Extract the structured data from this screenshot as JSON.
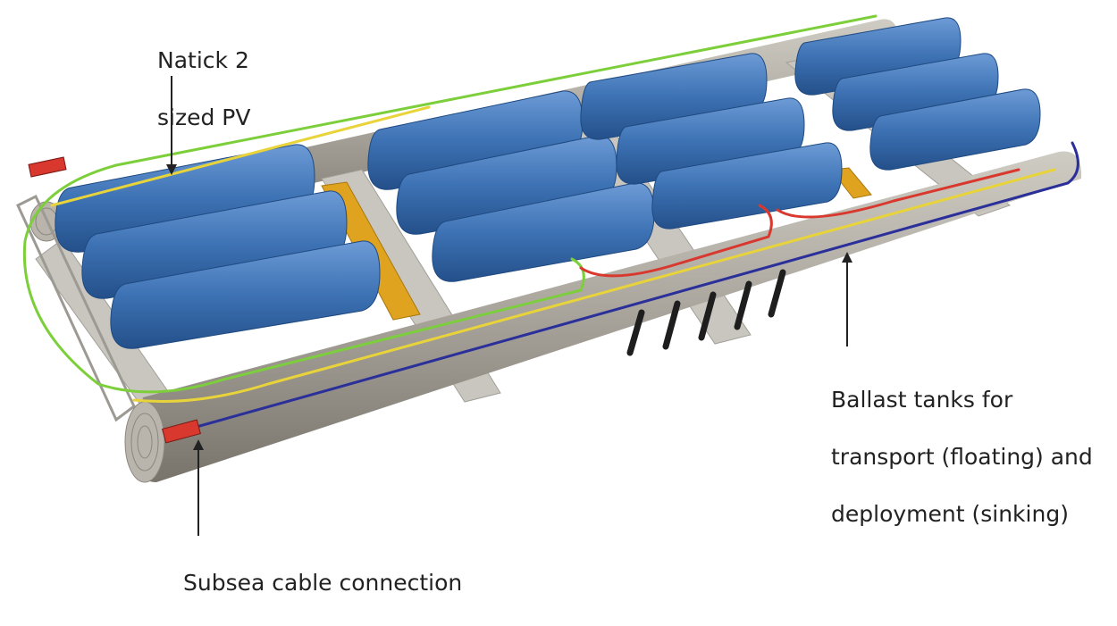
{
  "labels": {
    "pv": [
      "Natick 2",
      "sized PV"
    ],
    "ballast": [
      "Ballast tanks for",
      "transport (floating) and",
      "deployment (sinking)"
    ],
    "cable": "Subsea cable connection"
  },
  "colors": {
    "vessel": "#3d72b4",
    "vessel_dark": "#24508a",
    "ballast_tank": "#a9a59c",
    "ballast_dark": "#7b776f",
    "frame": "#c2bfb8",
    "support_beam": "#e0a320",
    "cable_green": "#7ccf3a",
    "cable_yellow": "#e8d43a",
    "cable_red": "#d8382e",
    "cable_blue": "#2a2f9a",
    "pointer": "#222222"
  },
  "icons": {
    "pressure_vessel": "pressure-vessel-icon",
    "ballast_tank": "ballast-tank-icon"
  }
}
